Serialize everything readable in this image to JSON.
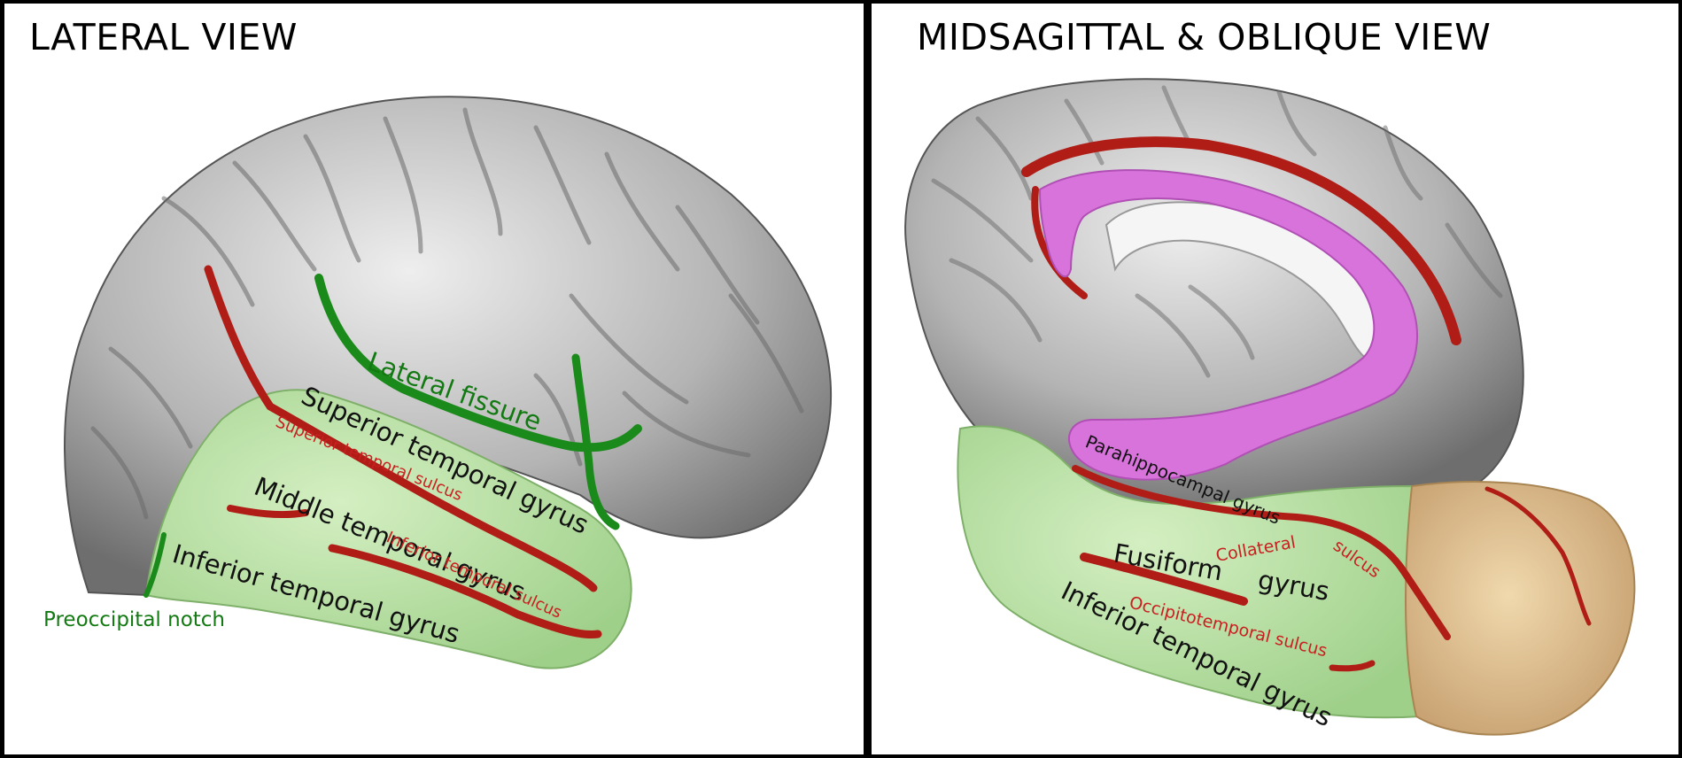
{
  "panels": {
    "lateral": {
      "title": "LATERAL VIEW",
      "labels": {
        "lateral_fissure": "Lateral fissure",
        "superior_temporal_gyrus": "Superior temporal gyrus",
        "superior_temporal_sulcus": "Superior temporal sulcus",
        "middle_temporal_gyrus": "Middle temporal gyrus",
        "inferior_temporal_sulcus": "Inferior temporal sulcus",
        "inferior_temporal_gyrus": "Inferior temporal gyrus",
        "preoccipital_notch": "Preoccipital notch"
      }
    },
    "midsagittal": {
      "title": "MIDSAGITTAL & OBLIQUE VIEW",
      "labels": {
        "parahippocampal_gyrus": "Parahippocampal gyrus",
        "collateral": "Collateral",
        "sulcus": "sulcus",
        "fusiform": "Fusiform",
        "gyrus": "gyrus",
        "occipitotemporal_sulcus": "Occipitotemporal sulcus",
        "inferior_temporal_gyrus": "Inferior temporal gyrus"
      }
    }
  },
  "colors": {
    "cortex": "#a8a8a8",
    "temporal_region": "#b6e0a0",
    "sulcus": "#b01c16",
    "fissure": "#1a8a1a",
    "label_green": "#137a13",
    "label_red": "#c82020",
    "parahippocampal": "#d873dc",
    "occipital": "#d8b98a"
  }
}
